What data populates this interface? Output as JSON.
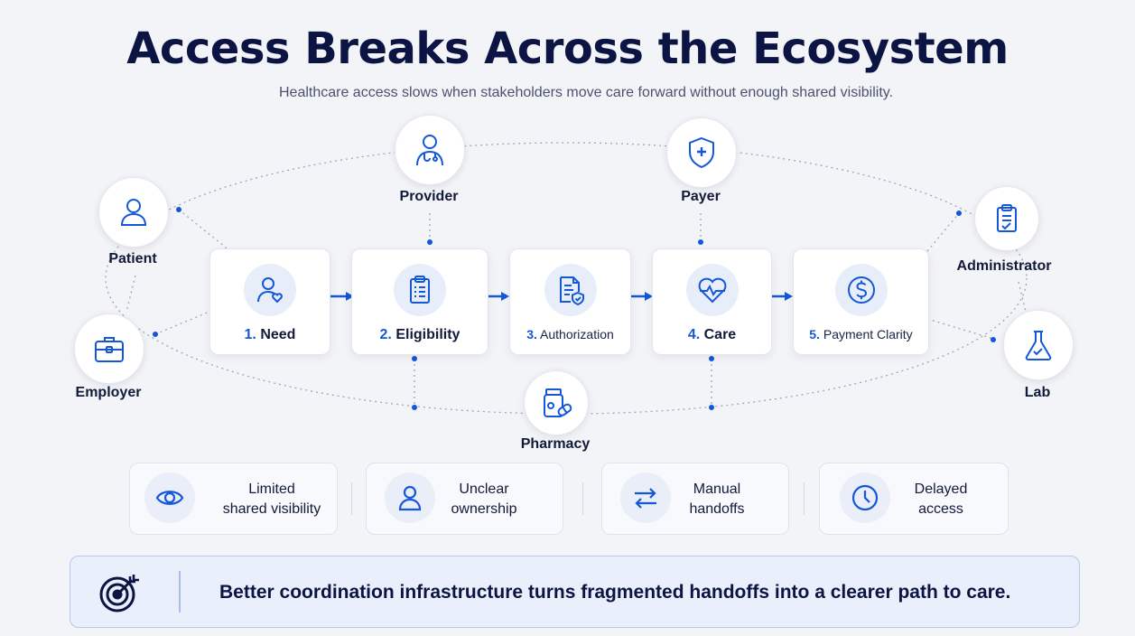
{
  "header": {
    "title": "Access Breaks Across the Ecosystem",
    "subtitle": "Healthcare access slows when stakeholders move care forward without enough shared visibility."
  },
  "stakeholders": {
    "patient": {
      "label": "Patient",
      "icon": "person-heart-icon"
    },
    "provider": {
      "label": "Provider",
      "icon": "doctor-stethoscope-icon"
    },
    "payer": {
      "label": "Payer",
      "icon": "shield-plus-icon"
    },
    "administrator": {
      "label": "Administrator",
      "icon": "clipboard-check-icon"
    },
    "employer": {
      "label": "Employer",
      "icon": "briefcase-icon"
    },
    "pharmacy": {
      "label": "Pharmacy",
      "icon": "pill-bottle-icon"
    },
    "lab": {
      "label": "Lab",
      "icon": "flask-icon"
    }
  },
  "steps": [
    {
      "num": "1.",
      "name": "Need",
      "icon": "person-heart-icon"
    },
    {
      "num": "2.",
      "name": "Eligibility",
      "icon": "clipboard-list-icon"
    },
    {
      "num": "3.",
      "name": "Authorization",
      "icon": "document-shield-icon"
    },
    {
      "num": "4.",
      "name": "Care",
      "icon": "heart-pulse-icon"
    },
    {
      "num": "5.",
      "name": "Payment Clarity",
      "icon": "dollar-circle-icon"
    }
  ],
  "issues": [
    {
      "line1": "Limited",
      "line2": "shared visibility",
      "icon": "eye-icon"
    },
    {
      "line1": "Unclear",
      "line2": "ownership",
      "icon": "person-outline-icon"
    },
    {
      "line1": "Manual",
      "line2": "handoffs",
      "icon": "swap-arrows-icon"
    },
    {
      "line1": "Delayed",
      "line2": "access",
      "icon": "clock-icon"
    }
  ],
  "banner": {
    "text": "Better coordination infrastructure turns fragmented handoffs into a clearer path to care.",
    "icon": "target-arrow-icon"
  },
  "colors": {
    "accent": "#1457d8",
    "title": "#0c1444",
    "background": "#f3f4f7"
  }
}
